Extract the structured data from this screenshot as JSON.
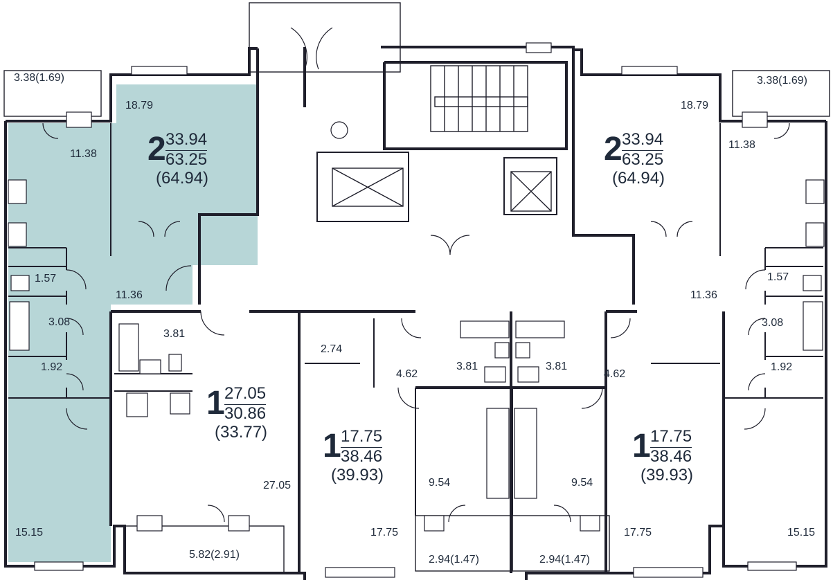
{
  "colors": {
    "highlight": "#b7d6d7",
    "walls": "#1f1f2b",
    "text": "#1f2a3a"
  },
  "apartments": {
    "a1": {
      "rooms": "2",
      "living": "33.94",
      "total": "63.25",
      "with_balcony": "(64.94)"
    },
    "a2": {
      "rooms": "2",
      "living": "33.94",
      "total": "63.25",
      "with_balcony": "(64.94)"
    },
    "a3": {
      "rooms": "1",
      "living": "27.05",
      "total": "30.86",
      "with_balcony": "(33.77)"
    },
    "a4": {
      "rooms": "1",
      "living": "17.75",
      "total": "38.46",
      "with_balcony": "(39.93)"
    },
    "a5": {
      "rooms": "1",
      "living": "17.75",
      "total": "38.46",
      "with_balcony": "(39.93)"
    }
  },
  "areas": {
    "balcony_top_left": "3.38(1.69)",
    "balcony_top_right": "3.38(1.69)",
    "room_left_upper": "18.79",
    "room_right_upper": "18.79",
    "kitchen_left": "11.38",
    "kitchen_right": "11.38",
    "wc_left": "1.57",
    "wc_right": "1.57",
    "hall_left": "11.36",
    "hall_right": "11.36",
    "bath_left": "3.08",
    "bath_right": "3.08",
    "closet_left": "1.92",
    "closet_right": "1.92",
    "room_left_lower": "15.15",
    "room_right_lower": "15.15",
    "bath_a3": "3.81",
    "room_a3": "27.05",
    "balcony_a3": "5.82(2.91)",
    "closet_a4": "2.74",
    "hall_a4": "4.62",
    "bath_a4": "3.81",
    "bath_a5": "3.81",
    "hall_a5": "4.62",
    "kitchen_a4": "9.54",
    "kitchen_a5": "9.54",
    "room_a4": "17.75",
    "room_a5": "17.75",
    "balcony_a4": "2.94(1.47)",
    "balcony_a5": "2.94(1.47)"
  }
}
